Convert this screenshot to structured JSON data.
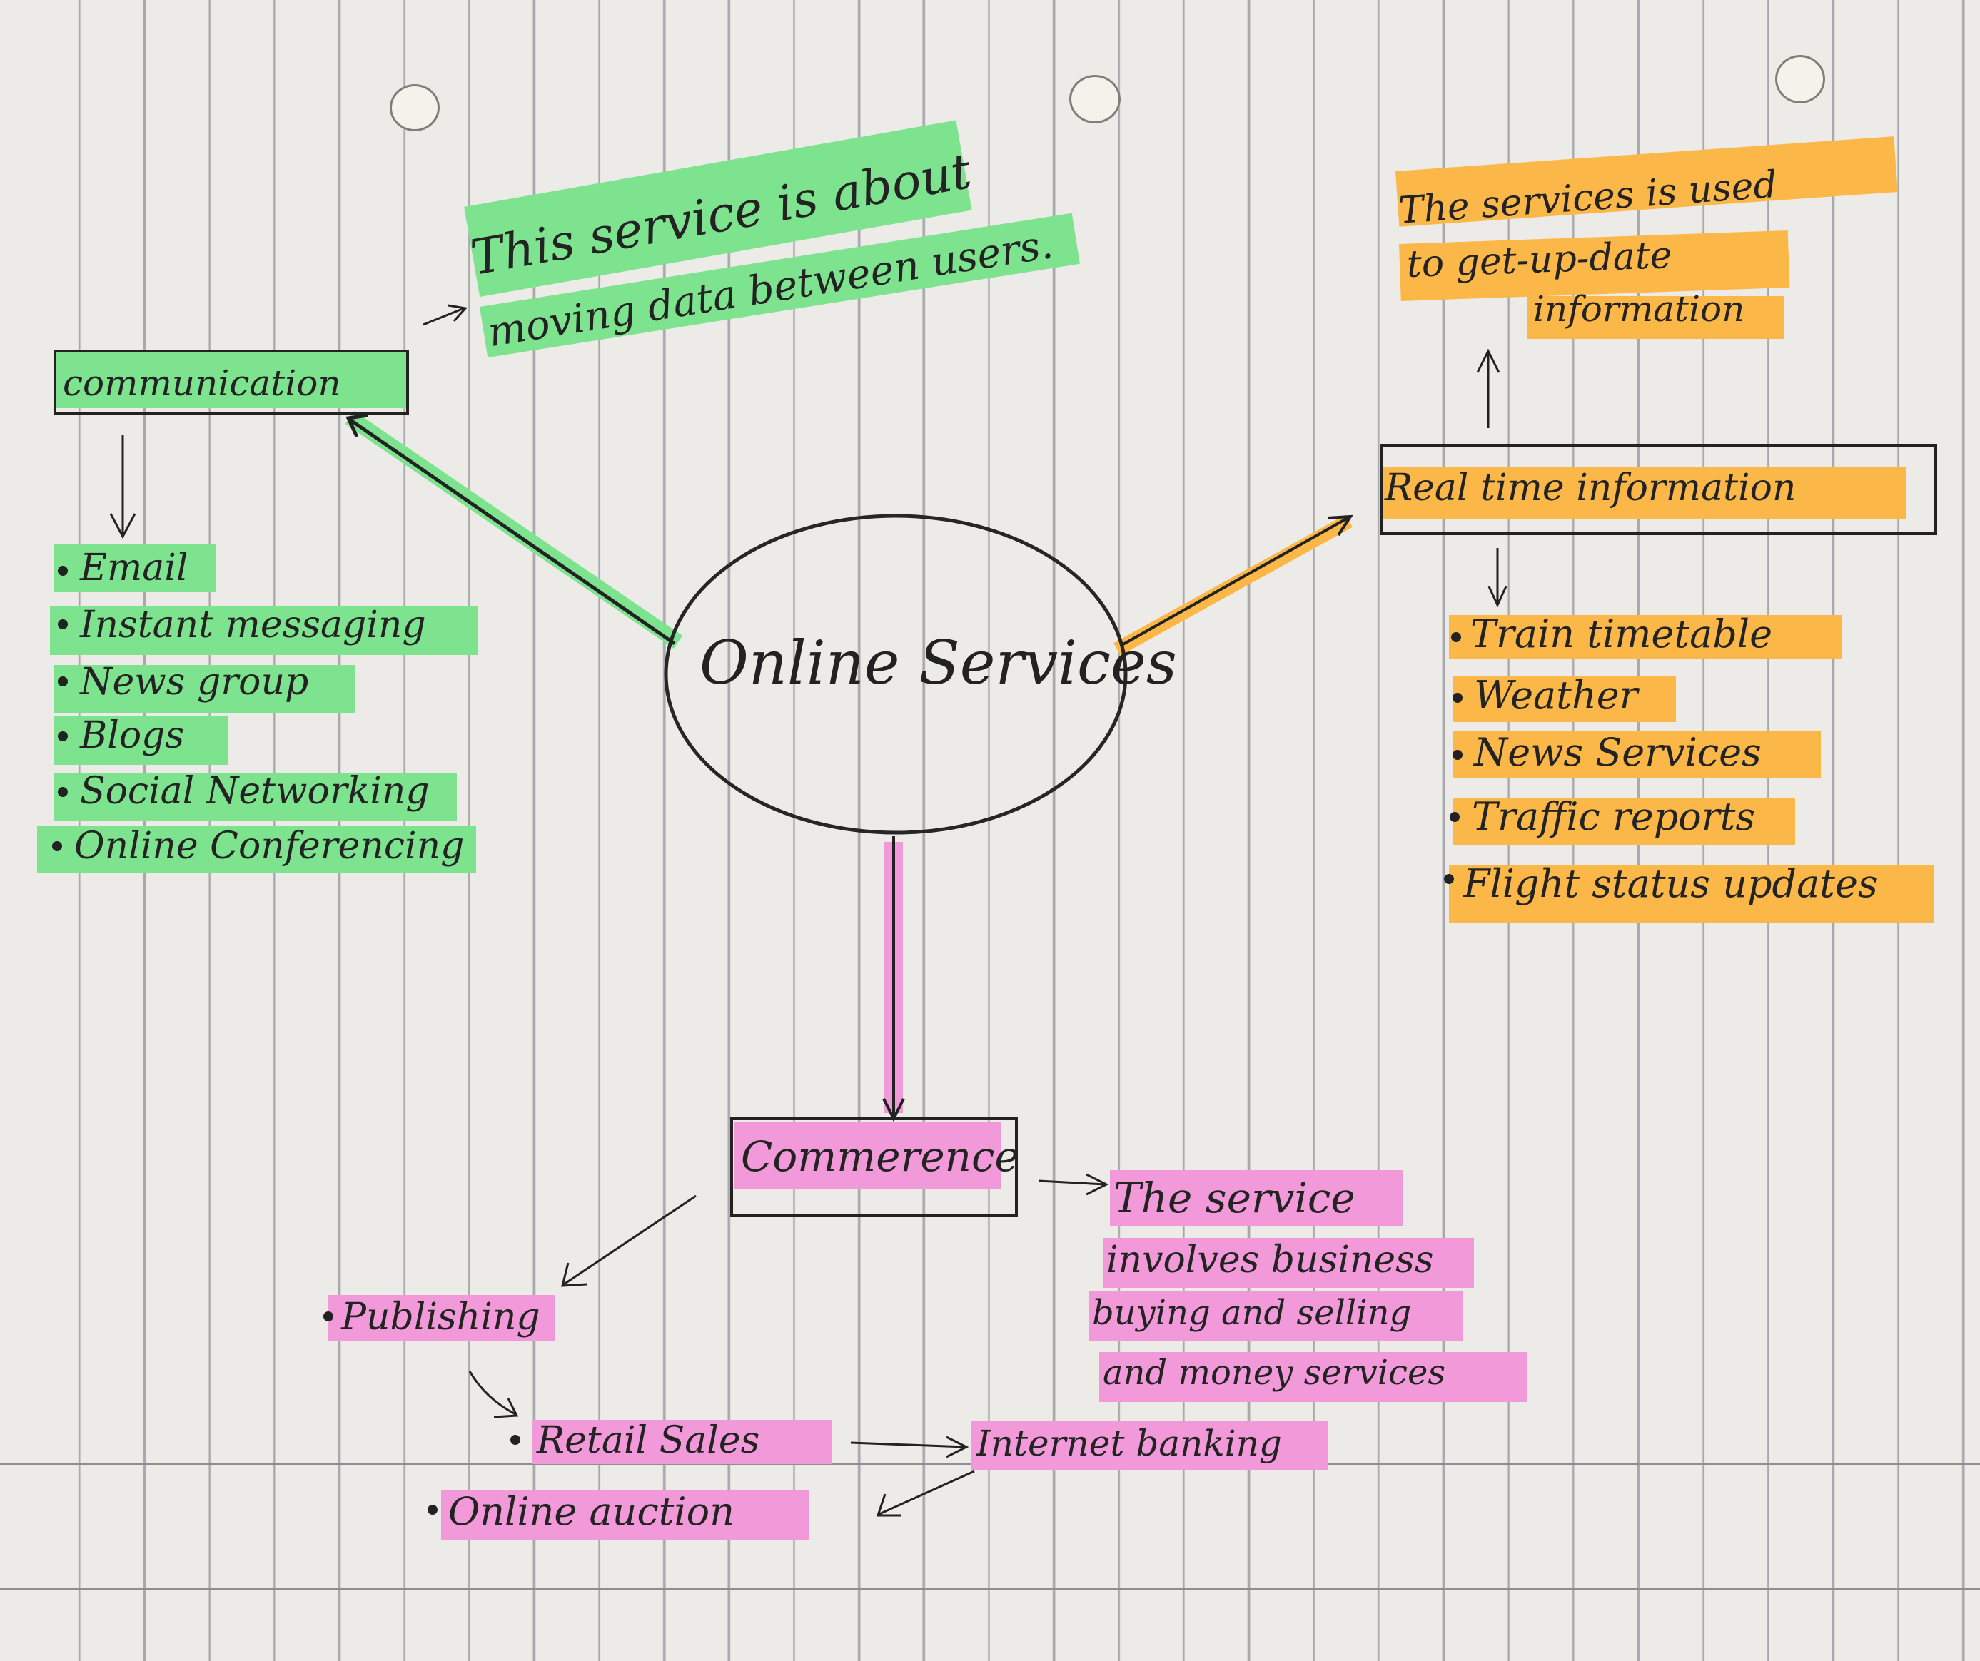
{
  "colors": {
    "green_highlight": "#7ee38f",
    "orange_highlight": "#fbb848",
    "pink_highlight": "#f29ad9",
    "ink": "#222222",
    "paper": "#ecebe7"
  },
  "center": {
    "label": "Online Services"
  },
  "communication": {
    "label": "communication",
    "note_line1": "This service is about",
    "note_line2": "moving data between users.",
    "items": [
      "Email",
      "Instant messaging",
      "News group",
      "Blogs",
      "Social Networking",
      "Online Conferencing"
    ]
  },
  "realtime": {
    "label": "Real time information",
    "note_line1": "The services is used",
    "note_line2": "to get-up-date",
    "note_line3": "information",
    "items": [
      "Train timetable",
      "Weather",
      "News Services",
      "Traffic reports",
      "Flight status updates"
    ]
  },
  "commerce": {
    "label": "Commerence",
    "note_line1": "The service",
    "note_line2": "involves business",
    "note_line3": "buying and selling",
    "note_line4": "and money services",
    "items": {
      "publishing": "Publishing",
      "retail": "Retail Sales",
      "banking": "Internet banking",
      "auction": "Online auction"
    }
  }
}
